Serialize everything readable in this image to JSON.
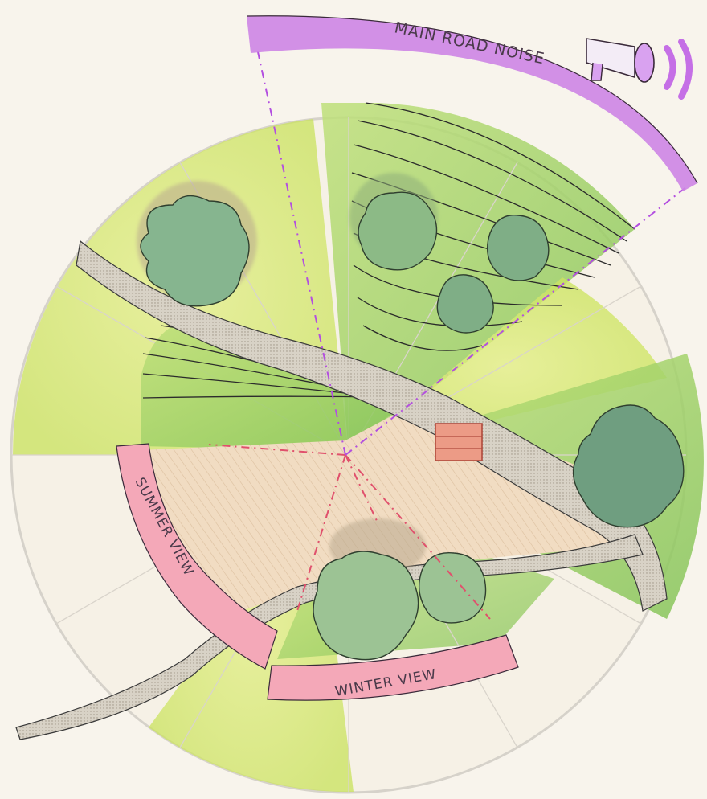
{
  "labels": {
    "road_noise": "MAIN ROAD NOISE",
    "summer_view": "SUMMER VIEW",
    "winter_view": "WINTER VIEW"
  },
  "colors": {
    "background": "#f8f4ec",
    "noise_band": "#c97fe0",
    "view_band": "#f4a3b6",
    "lime_wash": "#d8ea7a",
    "green_wash": "#9fd06a",
    "tree_canopy": "#7fae86",
    "path": "#c9c2b4",
    "clearing": "#f0dcc4",
    "building": "#e89a86",
    "site_circle": "#d6d2ca"
  },
  "icons": {
    "noise_source": "megaphone-icon"
  }
}
